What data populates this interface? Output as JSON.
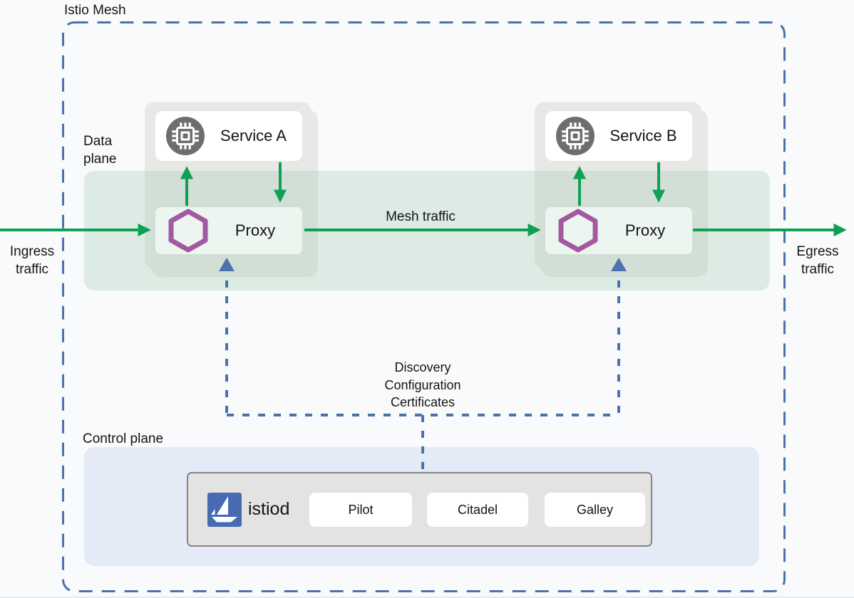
{
  "colors": {
    "green": "#10a054",
    "purple": "#a359a0",
    "blue": "#4b72ad",
    "istio-blue": "#466bb0",
    "icon-gray": "#6e6e6e",
    "pod-gray": "#e8e8e6",
    "band-green": "rgba(165,205,180,0.32)",
    "control-band": "#e4eaf6",
    "proxy-bg": "#edf5f0",
    "page-bg": "#f8fafc"
  },
  "mesh": {
    "title": "Istio Mesh"
  },
  "data_plane": {
    "label_line1": "Data",
    "label_line2": "plane",
    "mesh_traffic_label": "Mesh traffic",
    "ingress_line1": "Ingress",
    "ingress_line2": "traffic",
    "egress_line1": "Egress",
    "egress_line2": "traffic",
    "services": [
      {
        "label": "Service A"
      },
      {
        "label": "Service B"
      }
    ],
    "proxies": [
      {
        "label": "Proxy"
      },
      {
        "label": "Proxy"
      }
    ]
  },
  "control_plane": {
    "label": "Control plane",
    "connector_label_line1": "Discovery",
    "connector_label_line2": "Configuration",
    "connector_label_line3": "Certificates",
    "istiod": {
      "label": "istiod",
      "components": [
        {
          "label": "Pilot"
        },
        {
          "label": "Citadel"
        },
        {
          "label": "Galley"
        }
      ]
    }
  }
}
